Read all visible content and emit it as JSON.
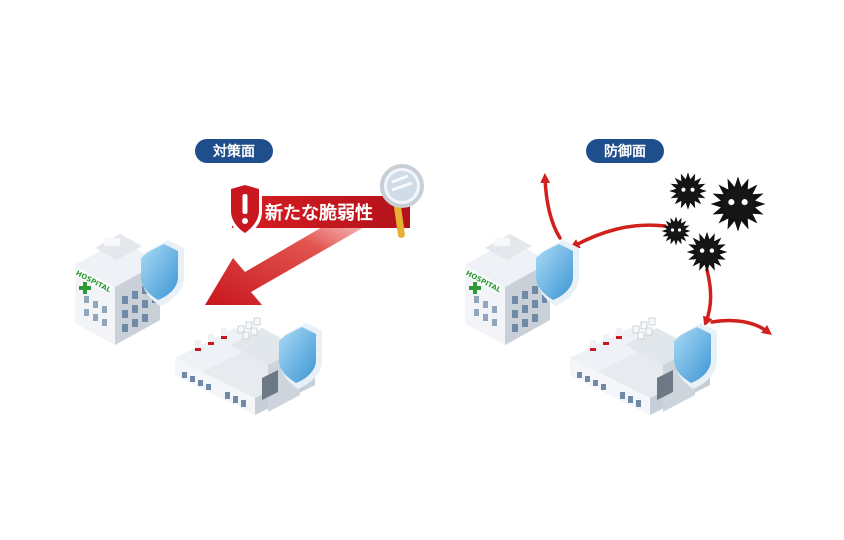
{
  "panels": {
    "left": {
      "label": "対策面"
    },
    "right": {
      "label": "防御面"
    }
  },
  "banner": {
    "text": "新たな脆弱性"
  },
  "hospital_sign": "HOSPITAL",
  "colors": {
    "pill": "#1f4e8c",
    "banner": "#c8171e",
    "arrow": "#d0211d",
    "shield": "#6db7e6",
    "virus": "#111111",
    "building": "#eef1f5"
  },
  "icons": [
    "hospital-icon",
    "factory-icon",
    "shield-icon",
    "warning-icon",
    "magnifier-icon",
    "virus-icon",
    "arrow-icon"
  ]
}
